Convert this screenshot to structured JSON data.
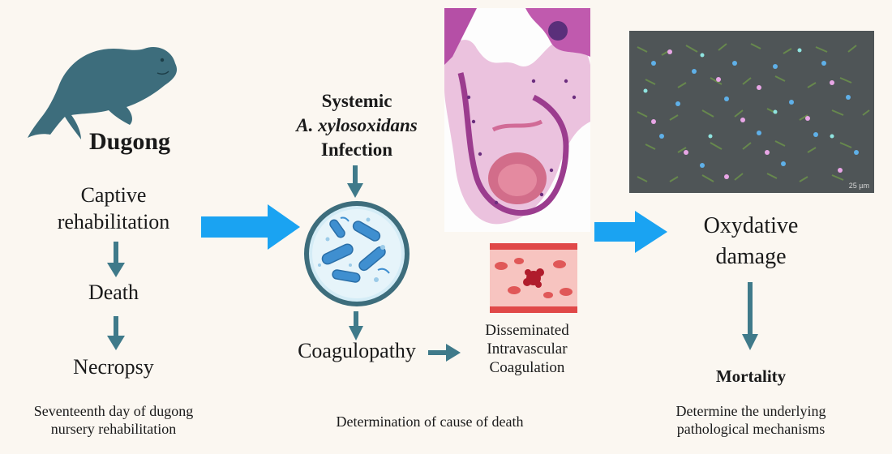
{
  "colors": {
    "arrow_dark": "#3f7a8a",
    "arrow_blue": "#1aa3f2",
    "dugong": "#3d6d7c",
    "background": "#fbf7f1"
  },
  "icons": [
    "dugong-icon",
    "bacteria-icon",
    "blood-vessel-icon",
    "histology-image",
    "fluorescence-image"
  ],
  "left": {
    "animal": "Dugong",
    "step1_line1": "Captive",
    "step1_line2": "rehabilitation",
    "step2": "Death",
    "step3": "Necropsy",
    "caption_line1": "Seventeenth day of dugong",
    "caption_line2": "nursery rehabilitation"
  },
  "middle": {
    "infection_line1": "Systemic",
    "infection_line2": "A. xylosoxidans",
    "infection_line3": "Infection",
    "coagulopathy": "Coagulopathy",
    "dic_line1": "Disseminated",
    "dic_line2": "Intravascular",
    "dic_line3": "Coagulation",
    "caption": "Determination of cause of death",
    "scale_bar": "25 µm"
  },
  "right": {
    "damage_line1": "Oxydative",
    "damage_line2": "damage",
    "outcome": "Mortality",
    "caption_line1": "Determine the underlying",
    "caption_line2": "pathological mechanisms"
  }
}
